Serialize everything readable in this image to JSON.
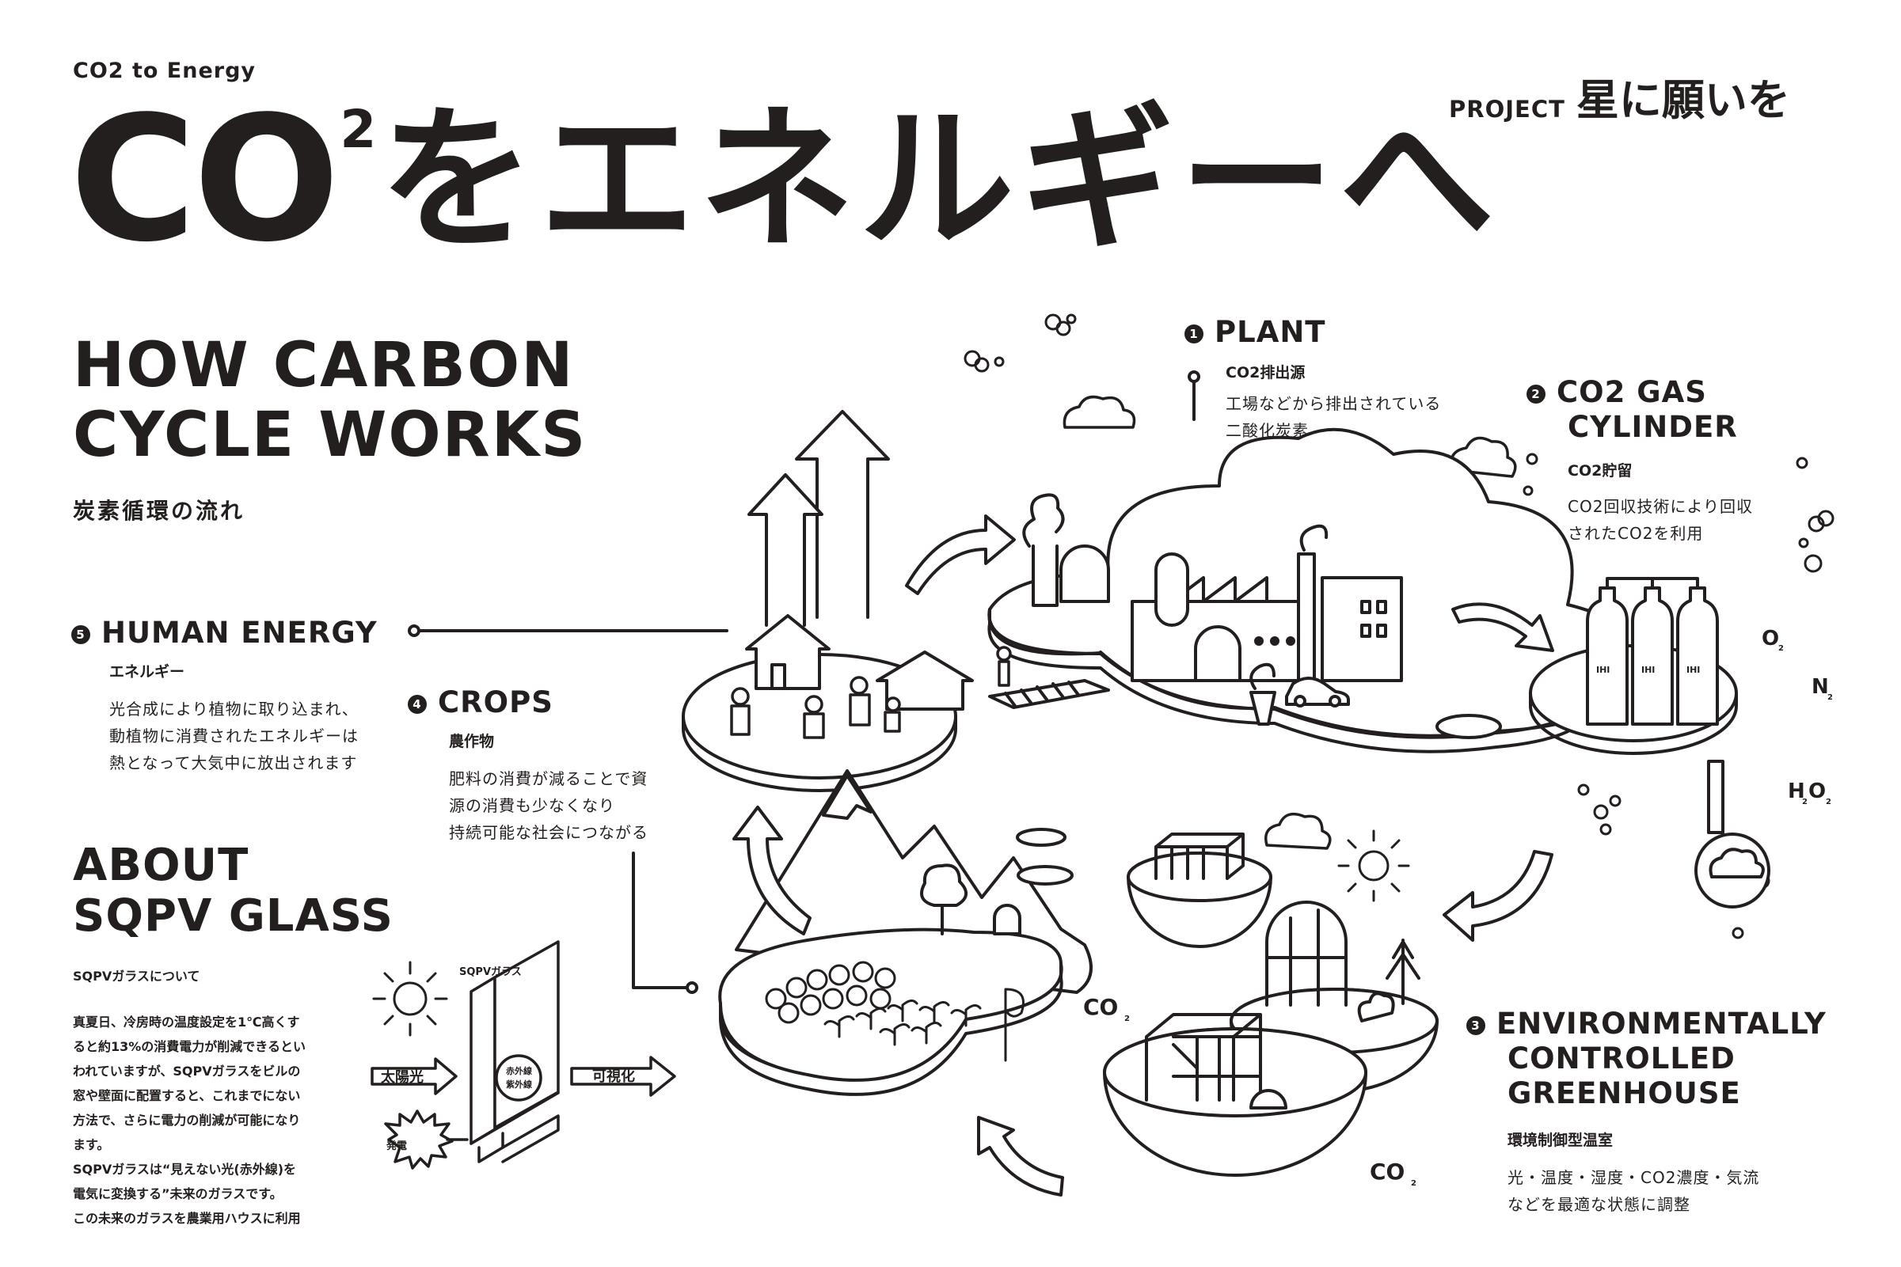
{
  "header": {
    "kicker": "CO2 to Energy",
    "project_label": "PROJECT",
    "project_name": "星に願いを",
    "title_co": "CO",
    "title_sup": "2",
    "title_jp": "をエネルギーへ"
  },
  "left": {
    "heading_line1": "HOW CARBON",
    "heading_line2": "CYCLE WORKS",
    "heading_sub": "炭素循環の流れ"
  },
  "sections": {
    "plant": {
      "num": "1",
      "title": "PLANT",
      "sub": "CO2排出源",
      "desc1": "工場などから排出されている",
      "desc2": "二酸化炭素"
    },
    "cylinder": {
      "num": "2",
      "title1": "CO2 GAS",
      "title2": "CYLINDER",
      "sub": "CO2貯留",
      "desc1": "CO2回収技術により回収",
      "desc2": "されたCO2を利用"
    },
    "greenhouse": {
      "num": "3",
      "title1": "ENVIRONMENTALLY",
      "title2": "CONTROLLED",
      "title3": "GREENHOUSE",
      "sub": "環境制御型温室",
      "desc1": "光・温度・湿度・CO2濃度・気流",
      "desc2": "などを最適な状態に調整"
    },
    "crops": {
      "num": "4",
      "title": "CROPS",
      "sub": "農作物",
      "desc1": "肥料の消費が減ることで資",
      "desc2": "源の消費も少なくなり",
      "desc3": "持続可能な社会につながる"
    },
    "human": {
      "num": "5",
      "title": "HUMAN ENERGY",
      "sub": "エネルギー",
      "desc1": "光合成により植物に取り込まれ、",
      "desc2": "動植物に消費されたエネルギーは",
      "desc3": "熱となって大気中に放出されます"
    }
  },
  "about": {
    "title1": "ABOUT",
    "title2": "SQPV GLASS",
    "sub": "SQPVガラスについて",
    "lines": [
      "真夏日、冷房時の温度設定を1℃高くす",
      "ると約13%の消費電力が削減できるとい",
      "われていますが、SQPVガラスをビルの",
      "窓や壁面に配置すると、これまでにない",
      "方法で、さらに電力の削減が可能になり",
      "ます。",
      "SQPVガラスは“見えない光(赤外線)を",
      "電気に変換する”未来のガラスです。",
      "この未来のガラスを農業用ハウスに利用"
    ],
    "diagram": {
      "glass_label": "SQPVガラス",
      "sunlight": "太陽光",
      "infrared": "赤外線",
      "ultraviolet": "紫外線",
      "visible": "可視化",
      "generate": "発電"
    }
  },
  "labels": {
    "o2": "O",
    "o2_sub": "2",
    "n2": "N",
    "n2_sub": "2",
    "h2o_h": "H",
    "h2o_sub1": "2",
    "h2o_o": "O",
    "h2o_sub2": "2",
    "co2_a": "CO",
    "co2_a_sub": "2",
    "co2_b": "CO",
    "co2_b_sub": "2",
    "cyl_brand": "IHI"
  },
  "icons": [
    "sun-icon",
    "cloud-icon",
    "factory-icon",
    "house-icon",
    "person-icon",
    "mountain-icon",
    "tree-icon",
    "greenhouse-icon",
    "gas-cylinder-icon",
    "car-icon",
    "cycle-arrow-icon"
  ]
}
